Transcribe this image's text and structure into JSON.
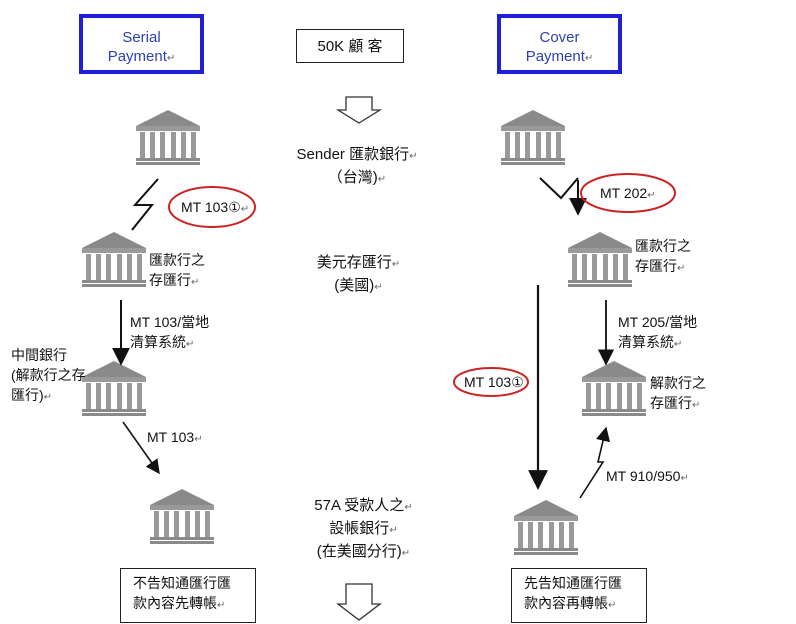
{
  "headers": {
    "serial": [
      "Serial",
      "Payment"
    ],
    "cover": [
      "Cover",
      "Payment"
    ]
  },
  "center_column": {
    "customer": "50K 顧  客",
    "sender": [
      "Sender 匯款銀行",
      "（台灣)"
    ],
    "usd_bank": [
      "美元存匯行",
      "(美國)"
    ],
    "beneficiary_bank": [
      "57A 受款人之",
      "設帳銀行",
      "(在美國分行)"
    ]
  },
  "serial_side": {
    "msg1": "MT 103①",
    "bank_sender_corr": [
      "匯款行之",
      "存匯行"
    ],
    "clearing": [
      "MT 103/當地",
      "清算系統"
    ],
    "intermediary": [
      "中間銀行",
      "(解款行之存",
      "匯行)"
    ],
    "msg3": "MT 103",
    "bottom_note": [
      "不告知通匯行匯",
      "款內容先轉帳"
    ]
  },
  "cover_side": {
    "msg202": "MT 202",
    "bank_sender_corr": [
      "匯款行之",
      "存匯行"
    ],
    "clearing": [
      "MT 205/當地",
      "清算系統"
    ],
    "msg103": "MT 103①",
    "bank_receiver_corr": [
      "解款行之",
      "存匯行"
    ],
    "msg910": "MT 910/950",
    "bottom_note": [
      "先告知通匯行匯",
      "款內容再轉帳"
    ]
  },
  "colors": {
    "header_border": "#1f1fd6",
    "header_text": "#2d3fb3",
    "ellipse": "#cc2222",
    "bank": "#8a8a8a"
  },
  "icons": [
    "bank-icon",
    "down-arrow-icon",
    "lightning-arrow-icon"
  ]
}
